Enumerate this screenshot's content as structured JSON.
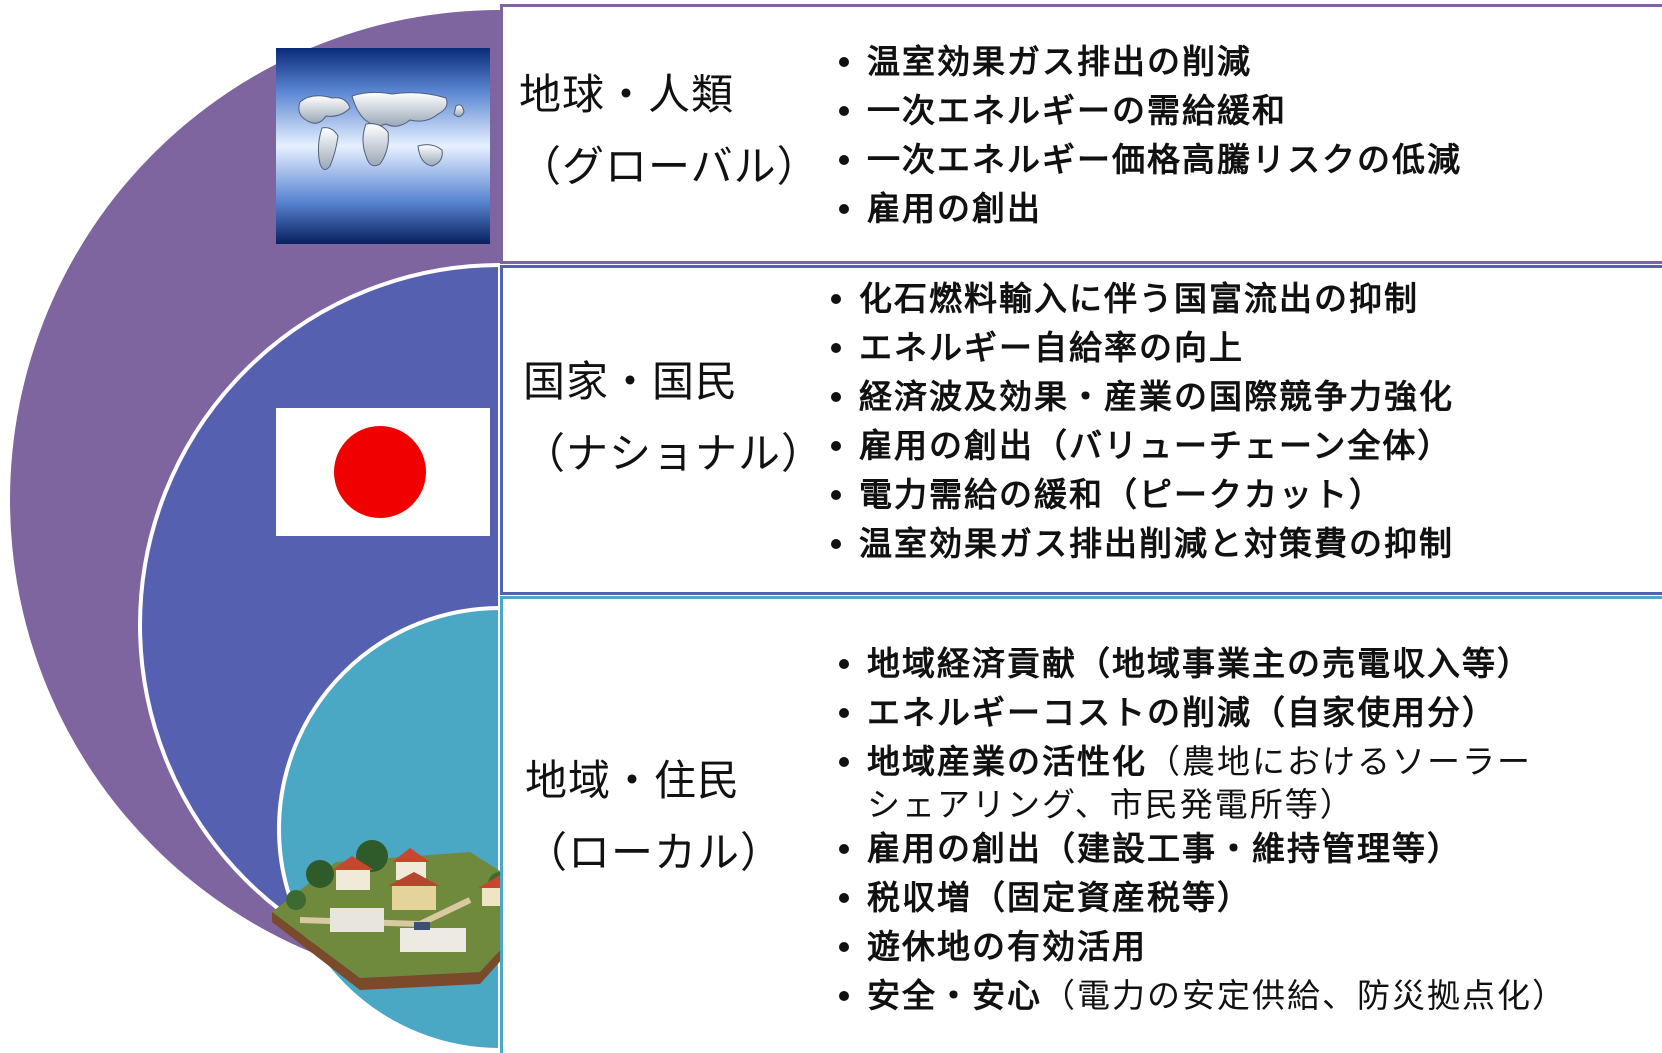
{
  "levels": [
    {
      "title_line1": "地球・人類",
      "title_line2": "（グローバル）",
      "items": [
        {
          "text": "温室効果ガス排出の削減",
          "note": ""
        },
        {
          "text": "一次エネルギーの需給緩和",
          "note": ""
        },
        {
          "text": "一次エネルギー価格高騰リスクの低減",
          "note": ""
        },
        {
          "text": "雇用の創出",
          "note": ""
        }
      ]
    },
    {
      "title_line1": "国家・国民",
      "title_line2": "（ナショナル）",
      "items": [
        {
          "text": "化石燃料輸入に伴う国富流出の抑制",
          "note": ""
        },
        {
          "text": "エネルギー自給率の向上",
          "note": ""
        },
        {
          "text": "経済波及効果・産業の国際競争力強化",
          "note": ""
        },
        {
          "text": "雇用の創出（バリューチェーン全体）",
          "note": ""
        },
        {
          "text": "電力需給の緩和（ピークカット）",
          "note": ""
        },
        {
          "text": "温室効果ガス排出削減と対策費の抑制",
          "note": ""
        }
      ]
    },
    {
      "title_line1": "地域・住民",
      "title_line2": "（ローカル）",
      "items": [
        {
          "text": "地域経済貢献（地域事業主の売電収入等）",
          "note": ""
        },
        {
          "text": "エネルギーコストの削減（自家使用分）",
          "note": ""
        },
        {
          "text": "地域産業の活性化",
          "note": "（農地におけるソーラー",
          "line2": "シェアリング、市民発電所等）"
        },
        {
          "text": "雇用の創出（建設工事・維持管理等）",
          "note": ""
        },
        {
          "text": "税収増（固定資産税等）",
          "note": ""
        },
        {
          "text": "遊休地の有効活用",
          "note": ""
        },
        {
          "text": "安全・安心",
          "note": "（電力の安定供給、防災拠点化）"
        }
      ]
    }
  ],
  "colors": {
    "global": "#7f65a0",
    "national": "#5560b0",
    "local": "#4aa8c4"
  },
  "icons": [
    "world-map-icon",
    "japan-flag-icon",
    "town-houses-icon"
  ]
}
